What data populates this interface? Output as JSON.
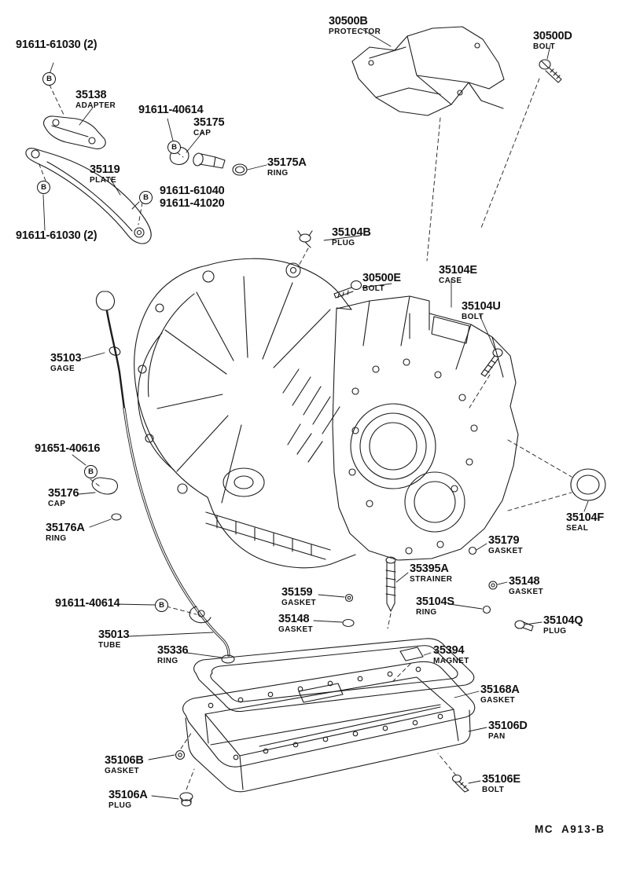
{
  "meta": {
    "footer_code": "MC  A913-B",
    "b_symbol": "B",
    "ink_color": "#1c1c1c"
  },
  "labels": [
    {
      "part": "91611-61030 (2)",
      "desc": ""
    },
    {
      "part": "35138",
      "desc": "ADAPTER"
    },
    {
      "part": "91611-40614",
      "desc": ""
    },
    {
      "part": "35175",
      "desc": "CAP"
    },
    {
      "part": "35175A",
      "desc": "RING"
    },
    {
      "part": "35119",
      "desc": "PLATE"
    },
    {
      "part": "91611-61040",
      "desc": ""
    },
    {
      "part": "91611-41020",
      "desc": ""
    },
    {
      "part": "91611-61030 (2)",
      "desc": ""
    },
    {
      "part": "30500B",
      "desc": "PROTECTOR"
    },
    {
      "part": "30500D",
      "desc": "BOLT"
    },
    {
      "part": "35104B",
      "desc": "PLUG"
    },
    {
      "part": "30500E",
      "desc": "BOLT"
    },
    {
      "part": "35104E",
      "desc": "CASE"
    },
    {
      "part": "35104U",
      "desc": "BOLT"
    },
    {
      "part": "35103",
      "desc": "GAGE"
    },
    {
      "part": "91651-40616",
      "desc": ""
    },
    {
      "part": "35176",
      "desc": "CAP"
    },
    {
      "part": "35176A",
      "desc": "RING"
    },
    {
      "part": "35104F",
      "desc": "SEAL"
    },
    {
      "part": "35179",
      "desc": "GASKET"
    },
    {
      "part": "35395A",
      "desc": "STRAINER"
    },
    {
      "part": "35148",
      "desc": "GASKET"
    },
    {
      "part": "35159",
      "desc": "GASKET"
    },
    {
      "part": "35104S",
      "desc": "RING"
    },
    {
      "part": "35148",
      "desc": "GASKET"
    },
    {
      "part": "35104Q",
      "desc": "PLUG"
    },
    {
      "part": "91611-40614",
      "desc": ""
    },
    {
      "part": "35013",
      "desc": "TUBE"
    },
    {
      "part": "35336",
      "desc": "RING"
    },
    {
      "part": "35394",
      "desc": "MAGNET"
    },
    {
      "part": "35168A",
      "desc": "GASKET"
    },
    {
      "part": "35106D",
      "desc": "PAN"
    },
    {
      "part": "35106B",
      "desc": "GASKET"
    },
    {
      "part": "35106A",
      "desc": "PLUG"
    },
    {
      "part": "35106E",
      "desc": "BOLT"
    }
  ]
}
